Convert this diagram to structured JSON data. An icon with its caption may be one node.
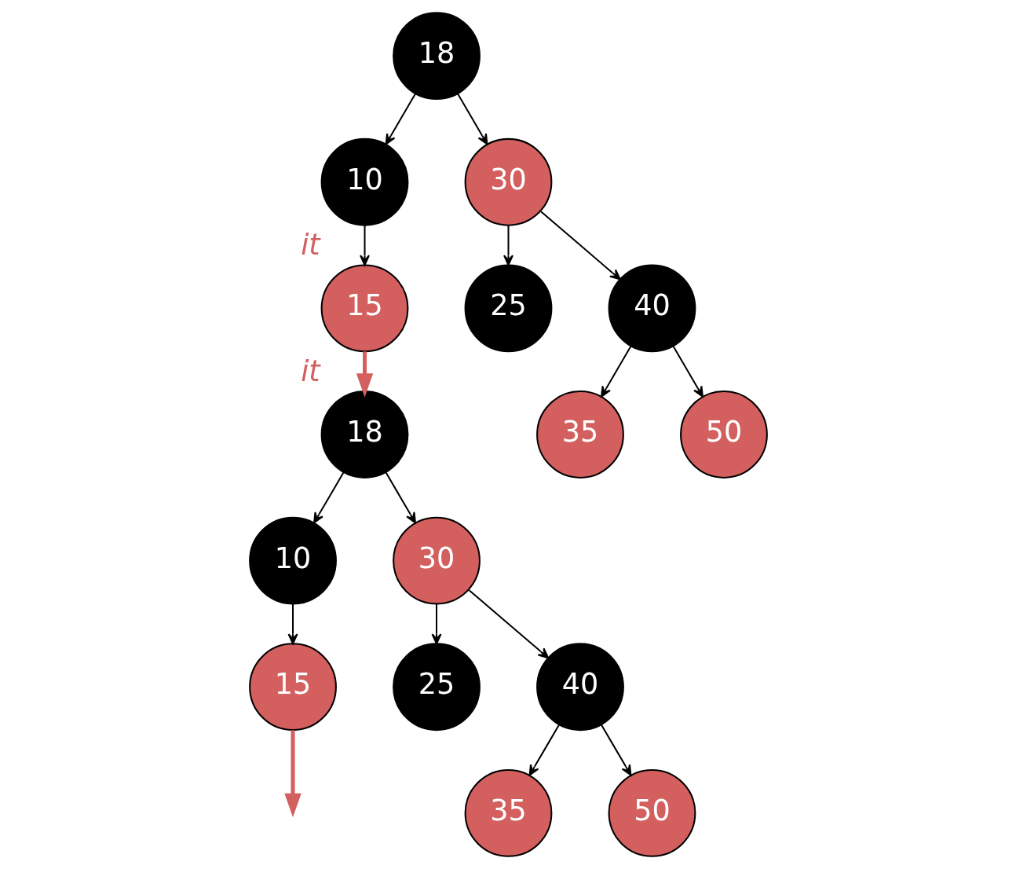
{
  "diagram": {
    "nodes": [
      {
        "text": [
          "18"
        ]
      },
      {
        "text": [
          "10"
        ]
      },
      {
        "text": [
          "30"
        ]
      },
      {
        "text": [
          "15"
        ],
        "beside": [
          "it"
        ]
      },
      {
        "text": [
          "25"
        ]
      },
      {
        "text": [
          "40"
        ]
      },
      {
        "text": [
          "35"
        ]
      },
      {
        "text": [
          "50"
        ]
      },
      {
        "text": [
          "18"
        ],
        "beside": [
          "it"
        ]
      },
      {
        "text": [
          "10"
        ]
      },
      {
        "text": [
          "30"
        ]
      },
      {
        "text": [
          "15"
        ]
      },
      {
        "text": [
          "25"
        ]
      },
      {
        "text": [
          "40"
        ]
      },
      {
        "text": [
          "35"
        ]
      },
      {
        "text": [
          "50"
        ]
      }
    ],
    "edges": [
      {
        "from": 0,
        "to": 1,
        "arrow": "to"
      },
      {
        "from": 0,
        "to": 2,
        "arrow": "to"
      },
      {
        "from": 1,
        "to": 3,
        "arrow": "to"
      },
      {
        "from": 2,
        "to": 4,
        "arrow": "to"
      },
      {
        "from": 2,
        "to": 5,
        "arrow": "to"
      },
      {
        "from": 5,
        "to": 6,
        "arrow": "to"
      },
      {
        "from": 5,
        "to": 7,
        "arrow": "to"
      },
      {
        "from": 3,
        "to": 8,
        "arrow": "to",
        "style": "thick",
        "color": "#d35f5f"
      },
      {
        "from": 8,
        "to": 9,
        "arrow": "to"
      },
      {
        "from": 8,
        "to": 10,
        "arrow": "to"
      },
      {
        "from": 9,
        "to": 11,
        "arrow": "to"
      },
      {
        "from": 10,
        "to": 12,
        "arrow": "to"
      },
      {
        "from": 10,
        "to": 13,
        "arrow": "to"
      },
      {
        "from": 13,
        "to": 14,
        "arrow": "to"
      },
      {
        "from": 13,
        "to": 15,
        "arrow": "to"
      },
      {
        "from": 11,
        "to": null,
        "arrow": "to",
        "style": "thick",
        "color": "#d35f5f"
      }
    ]
  }
}
